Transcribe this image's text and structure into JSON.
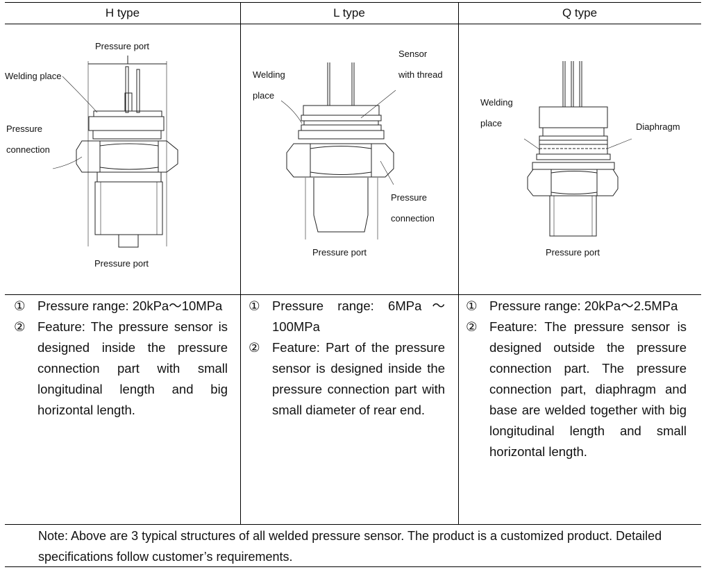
{
  "headers": {
    "h": "H type",
    "l": "L type",
    "q": "Q type"
  },
  "h_labels": {
    "pressure_port_top": "Pressure port",
    "welding_place": "Welding place",
    "pressure_line1": "Pressure",
    "pressure_line2": "connection",
    "pressure_port_bottom": "Pressure port"
  },
  "l_labels": {
    "welding_line1": "Welding",
    "welding_line2": "place",
    "sensor_line1": "Sensor",
    "sensor_line2": "with thread",
    "pressure_line1": "Pressure",
    "pressure_line2": "connection",
    "pressure_port": "Pressure port"
  },
  "q_labels": {
    "welding_line1": "Welding",
    "welding_line2": "place",
    "diaphragm": "Diaphragm",
    "pressure_port": "Pressure port"
  },
  "descriptions": {
    "h": [
      {
        "num": "①",
        "text": "Pressure range: 20kPa～10MPa"
      },
      {
        "num": "②",
        "text": "Feature: The pressure sensor is designed inside the pressure connection part with small longitudinal length and big horizontal length."
      }
    ],
    "l": [
      {
        "num": "①",
        "text": "Pressure range: 6MPa～100MPa"
      },
      {
        "num": "②",
        "text": "Feature: Part of the pressure sensor is designed inside the pressure connection part with small diameter of rear end."
      }
    ],
    "q": [
      {
        "num": "①",
        "text": "Pressure range: 20kPa～2.5MPa"
      },
      {
        "num": "②",
        "text": "Feature: The pressure sensor is designed outside the pressure connection part. The pressure connection part, diaphragm and base are welded together with big longitudinal length and small horizontal length."
      }
    ]
  },
  "note": "Note: Above are 3 typical structures of all welded pressure sensor. The product is a customized product. Detailed specifications follow customer’s requirements."
}
